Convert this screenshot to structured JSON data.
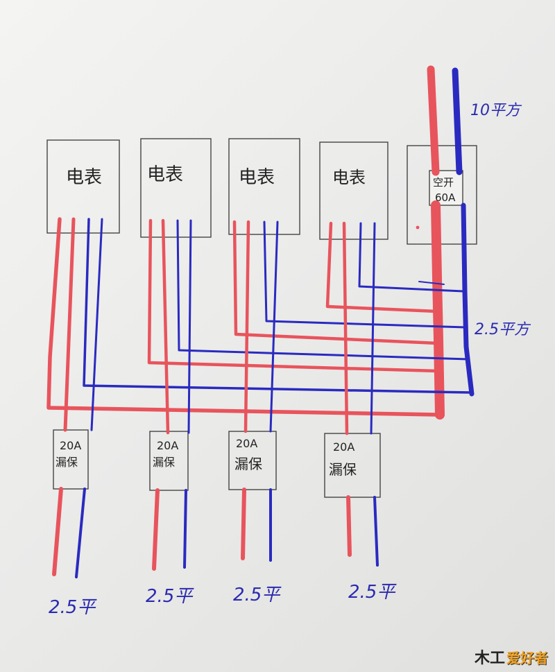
{
  "meters": [
    {
      "label": "电表"
    },
    {
      "label": "电表"
    },
    {
      "label": "电表"
    },
    {
      "label": "电表"
    }
  ],
  "main_breaker": {
    "line1": "空开",
    "line2": "60A"
  },
  "breakers": [
    {
      "line1": "20A",
      "line2": "漏保"
    },
    {
      "line1": "20A",
      "line2": "漏保"
    },
    {
      "line1": "20A",
      "line2": "漏保"
    },
    {
      "line1": "20A",
      "line2": "漏保"
    }
  ],
  "labels": {
    "main_wire": "10平方",
    "branch_wire": "2.5平方",
    "outputs": [
      "2.5平",
      "2.5平",
      "2.5平",
      "2.5平"
    ]
  },
  "watermark": {
    "part1": "木工",
    "part2": "爱好者"
  },
  "colors": {
    "red": "#e8545c",
    "blue": "#2a2ac0",
    "line": "#444444"
  }
}
